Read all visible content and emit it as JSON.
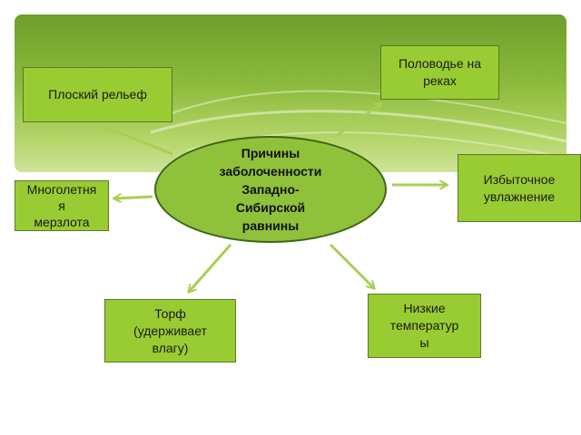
{
  "diagram": {
    "center": {
      "text": "Причины\nзаболоченности\nЗападно-\nСибирской\nравнины"
    },
    "nodes": {
      "flat_relief": "Плоский рельеф",
      "river_flood": "Половодье на\nреках",
      "permafrost": "Многолетня\nя\nмерзлота",
      "excess_moisture": "Избыточное\nувлажнение",
      "peat": "Торф\n(удерживает\nвлагу)",
      "low_temp": "Низкие\nтемператур\nы"
    },
    "colors": {
      "box_fill": "#99cc33",
      "box_border": "#58792a",
      "arrow": "#a8cf55",
      "banner": "#8dbb3c"
    }
  }
}
